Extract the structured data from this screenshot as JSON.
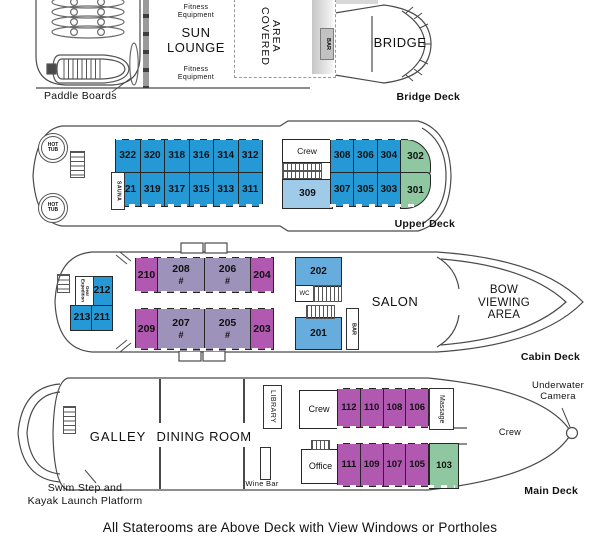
{
  "caption": "All Staterooms are Above Deck with View Windows or Portholes",
  "palette": {
    "cabin_blue": "#2499d6",
    "cabin_light_blue": "#9fcbe9",
    "cabin_mid_blue": "#66acdd",
    "cabin_magenta": "#b159b0",
    "cabin_muted_purple": "#9c92ba",
    "cabin_green": "#8fc8a0"
  },
  "bridge_deck": {
    "label": "Bridge Deck",
    "sun_lounge": "SUN LOUNGE",
    "fitness": "Fitness Equipment",
    "covered_area": "COVERED AREA",
    "bar": "BAR",
    "bridge": "BRIDGE",
    "paddle_boards": "Paddle Boards"
  },
  "upper_deck": {
    "label": "Upper Deck",
    "hot_tub": "HOT TUB",
    "sauna": "SAUNA",
    "crew": "Crew",
    "aft_port": [
      "322",
      "320",
      "318",
      "316",
      "314",
      "312"
    ],
    "aft_starboard": [
      "321",
      "319",
      "317",
      "315",
      "313",
      "311"
    ],
    "fwd_port": [
      "308",
      "306",
      "304"
    ],
    "fwd_starboard": [
      "307",
      "305",
      "303"
    ],
    "cabin_309": "309",
    "cabin_302": "302",
    "cabin_301": "301"
  },
  "cabin_deck": {
    "label": "Cabin Deck",
    "expedition_gear": "Expedition Gear",
    "salon": "SALON",
    "bow_viewing_area": "BOW VIEWING AREA",
    "wc": "WC",
    "bar": "BAR",
    "cabin_212": "212",
    "cabin_213": "213",
    "cabin_211": "211",
    "cabin_202": "202",
    "cabin_201": "201",
    "port_row": [
      {
        "num": "210"
      },
      {
        "num": "208",
        "hash": "#"
      },
      {
        "num": "206",
        "hash": "#"
      },
      {
        "num": "204"
      }
    ],
    "starboard_row": [
      {
        "num": "209"
      },
      {
        "num": "207",
        "hash": "#"
      },
      {
        "num": "205",
        "hash": "#"
      },
      {
        "num": "203"
      }
    ]
  },
  "main_deck": {
    "label": "Main Deck",
    "galley": "GALLEY",
    "dining_room": "DINING ROOM",
    "library": "LIBRARY",
    "wine_bar": "Wine Bar",
    "crew_aft": "Crew",
    "office": "Office",
    "massage": "Massage",
    "port_row": [
      "112",
      "110",
      "108",
      "106"
    ],
    "starboard_row": [
      "111",
      "109",
      "107",
      "105"
    ],
    "cabin_103": "103",
    "crew_bow": "Crew",
    "underwater_camera": "Underwater Camera",
    "swim_step_line1": "Swim Step and",
    "swim_step_line2": "Kayak Launch Platform"
  }
}
